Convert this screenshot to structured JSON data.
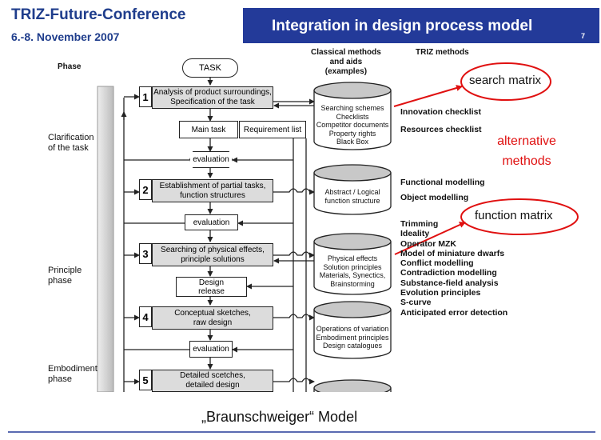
{
  "header": {
    "conference": "TRIZ-Future-Conference",
    "date": "6.-8. November 2007",
    "title": "Integration in design process model",
    "slide_number": "7"
  },
  "columns": {
    "phase": "Phase",
    "classical": "Classical methods\nand aids\n(examples)",
    "triz": "TRIZ methods"
  },
  "phases": {
    "clarification": "Clarification\nof the task",
    "principle": "Principle\nphase",
    "embodiment": "Embodiment\nphase"
  },
  "flow": {
    "task": "TASK",
    "steps": [
      {
        "num": "1",
        "label": "Analysis of product surroundings,\nSpecification of the task"
      },
      {
        "num": "2",
        "label": "Establishment of partial tasks,\nfunction structures"
      },
      {
        "num": "3",
        "label": "Searching of physical effects,\nprinciple solutions"
      },
      {
        "num": "4",
        "label": "Conceptual sketches,\nraw design"
      },
      {
        "num": "5",
        "label": "Detailed scetches,\ndetailed design"
      }
    ],
    "main_task": "Main task",
    "requirement_list": "Requirement list",
    "evaluation": "evaluation",
    "design_release": "Design\nrelease"
  },
  "classical_methods": [
    "Searching schemes\nChecklists\nCompetitor documents\nProperty rights\nBlack Box",
    "Abstract / Logical\nfunction structure",
    "Physical effects\nSolution principles\nMaterials, Synectics,\nBrainstorming",
    "Operations of variation\nEmbodiment principles\nDesign catalogues"
  ],
  "triz_methods": {
    "group1": [
      "Innovation checklist",
      "Resources checklist"
    ],
    "group2": [
      "Functional modelling",
      "Object modelling"
    ],
    "group3": [
      "Trimming",
      "Ideality",
      "Operator MZK",
      "Model of miniature dwarfs",
      "Conflict modelling",
      "Contradiction modelling",
      "Substance-field analysis",
      "Evolution principles",
      "S-curve",
      "Anticipated error detection"
    ]
  },
  "annotations": {
    "search_matrix": "search matrix",
    "function_matrix": "function matrix",
    "alternative_methods": "alternative\nmethods"
  },
  "caption": "„Braunschweiger“ Model",
  "colors": {
    "banner": "#233a99",
    "title_text": "#1f3d8c",
    "annotation_red": "#e01010"
  }
}
